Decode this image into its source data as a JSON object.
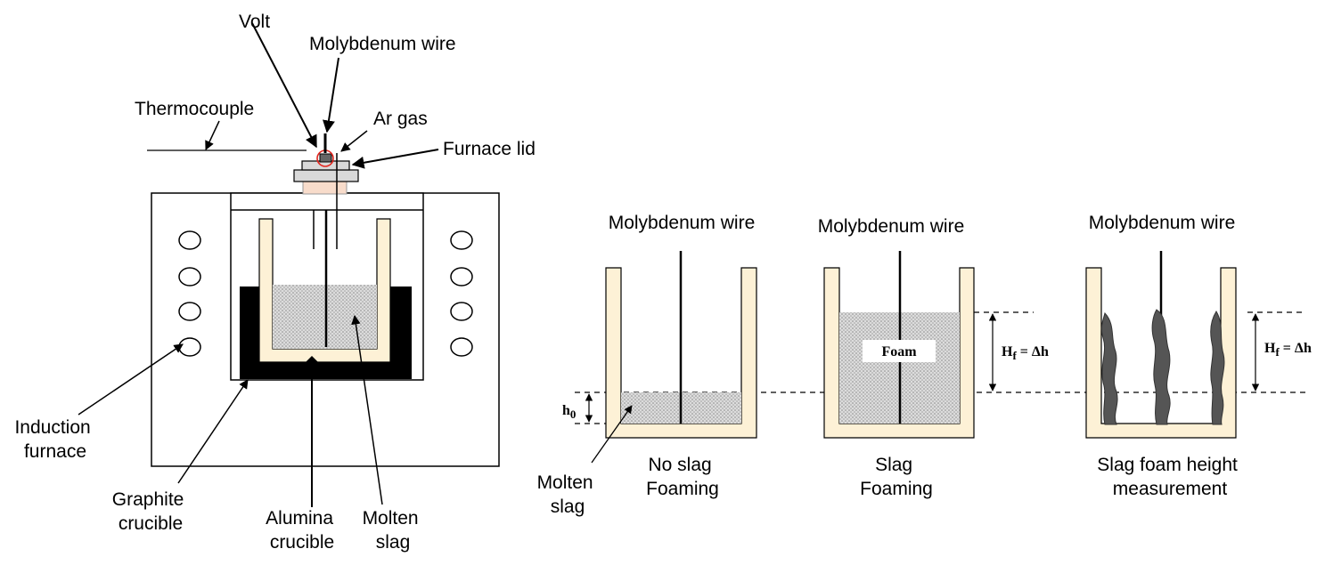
{
  "left": {
    "volt": "Volt",
    "molybdenum_wire": "Molybdenum wire",
    "thermocouple": "Thermocouple",
    "ar_gas": "Ar gas",
    "furnace_lid": "Furnace lid",
    "induction_furnace": [
      "Induction",
      "furnace"
    ],
    "graphite_crucible": [
      "Graphite",
      "crucible"
    ],
    "alumina_crucible": [
      "Alumina",
      "crucible"
    ],
    "molten_slag": [
      "Molten",
      "slag"
    ]
  },
  "panel1": {
    "wire": "Molybdenum wire",
    "caption": [
      "No slag",
      "Foaming"
    ],
    "molten_slag": [
      "Molten",
      "slag"
    ],
    "h0_main": "h",
    "h0_sub": "0"
  },
  "panel2": {
    "wire": "Molybdenum wire",
    "caption": [
      "Slag",
      "Foaming"
    ],
    "foam": "Foam",
    "hf_main": "H",
    "hf_sub": "f",
    "hf_eq": " = Δh"
  },
  "panel3": {
    "wire": "Molybdenum wire",
    "caption": [
      "Slag foam height",
      "measurement"
    ],
    "hf_main": "H",
    "hf_sub": "f",
    "hf_eq": " = Δh"
  },
  "colors": {
    "crucible_fill": "#fdf1d6",
    "graphite": "#000000",
    "slag_fill": "#d2d2d2",
    "lid_fill": "#d9d9d9",
    "plug_fill": "#f8dccb",
    "probe_ring": "#e3261f",
    "foam_residue": "#555555"
  }
}
